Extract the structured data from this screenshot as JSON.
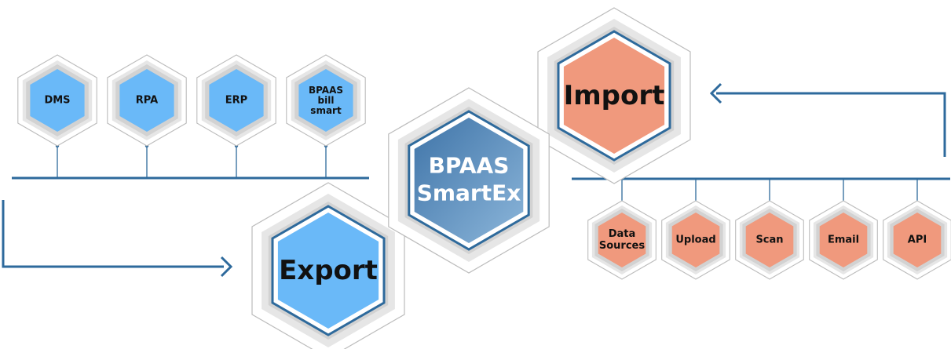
{
  "colors": {
    "blue_fill": "#6ab9f8",
    "orange_fill": "#f0997d",
    "center_fill": "#6d9ac6",
    "line": "#2e6a9c",
    "ring_outer": "#e6e6e6",
    "ring_inner": "#d2d2d2",
    "hex_outline": "#bcbcbc",
    "text_dark": "#111111",
    "text_light": "#ffffff"
  },
  "center": {
    "lines": [
      "BPAAS",
      "SmartEx"
    ]
  },
  "export": {
    "label": "Export",
    "arrow_icon": "arrow-right-icon"
  },
  "import": {
    "label": "Import",
    "arrow_icon": "arrow-left-icon"
  },
  "left_nodes": [
    {
      "lines": [
        "DMS"
      ]
    },
    {
      "lines": [
        "RPA"
      ]
    },
    {
      "lines": [
        "ERP"
      ]
    },
    {
      "lines": [
        "BPAAS",
        "bill",
        "smart"
      ]
    }
  ],
  "right_nodes": [
    {
      "lines": [
        "Data",
        "Sources"
      ]
    },
    {
      "lines": [
        "Upload"
      ]
    },
    {
      "lines": [
        "Scan"
      ]
    },
    {
      "lines": [
        "Email"
      ]
    },
    {
      "lines": [
        "API"
      ]
    }
  ]
}
